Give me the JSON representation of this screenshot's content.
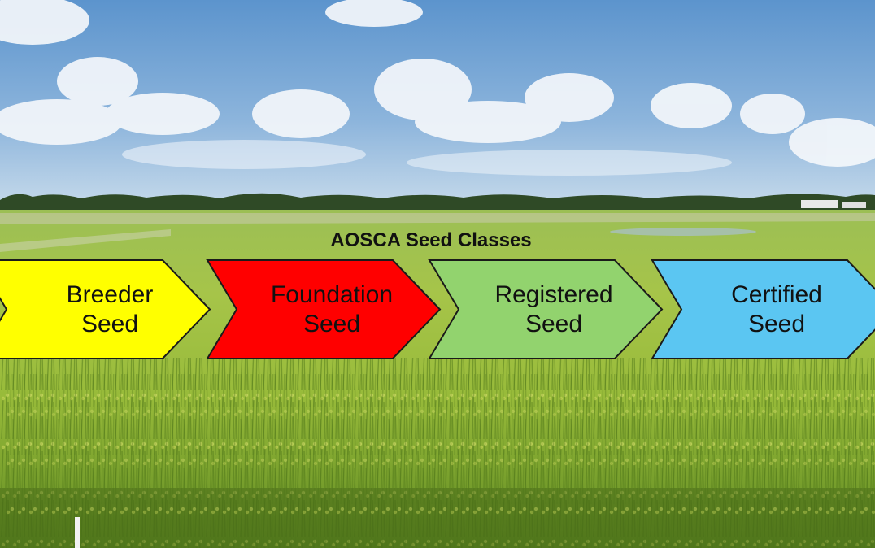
{
  "title": "AOSCA Seed Classes",
  "stages": [
    {
      "line1": "Breeder",
      "line2": "Seed",
      "color": "#ffff00"
    },
    {
      "line1": "Foundation",
      "line2": "Seed",
      "color": "#ff0000"
    },
    {
      "line1": "Registered",
      "line2": "Seed",
      "color": "#92d36e"
    },
    {
      "line1": "Certified",
      "line2": "Seed",
      "color": "#5bc6f2"
    }
  ],
  "colors": {
    "sky_top": "#5f97cf",
    "sky_bottom": "#b9d2e8",
    "field_far": "#8fb84a",
    "field_near": "#6f9c2a",
    "chevron_border": "#1a1a1a"
  }
}
